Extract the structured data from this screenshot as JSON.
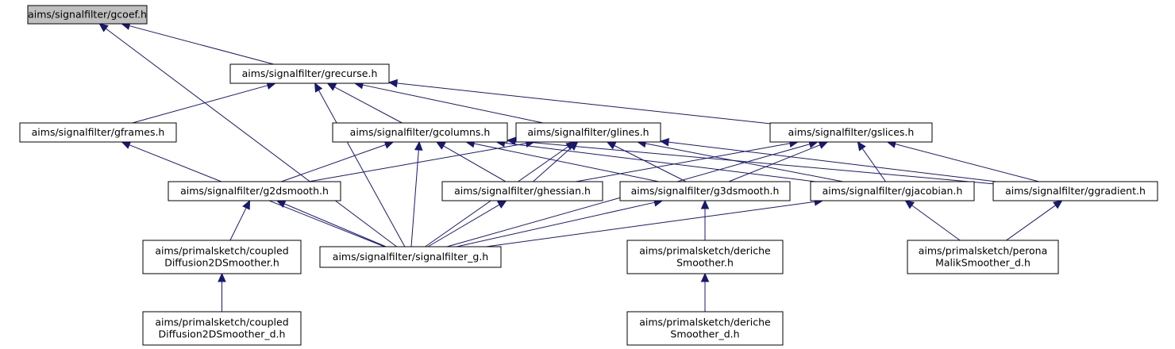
{
  "graph": {
    "edge_color": "#191970",
    "root_fill": "#bfbfbf",
    "nodes": {
      "gcoef": [
        "aims/signalfilter/gcoef.h"
      ],
      "grecurse": [
        "aims/signalfilter/grecurse.h"
      ],
      "gframes": [
        "aims/signalfilter/gframes.h"
      ],
      "gcolumns": [
        "aims/signalfilter/gcolumns.h"
      ],
      "glines": [
        "aims/signalfilter/glines.h"
      ],
      "gslices": [
        "aims/signalfilter/gslices.h"
      ],
      "g2dsmooth": [
        "aims/signalfilter/g2dsmooth.h"
      ],
      "ghessian": [
        "aims/signalfilter/ghessian.h"
      ],
      "g3dsmooth": [
        "aims/signalfilter/g3dsmooth.h"
      ],
      "gjacobian": [
        "aims/signalfilter/gjacobian.h"
      ],
      "ggradient": [
        "aims/signalfilter/ggradient.h"
      ],
      "coupled": [
        "aims/primalsketch/coupled",
        "Diffusion2DSmoother.h"
      ],
      "signalfilter_g": [
        "aims/signalfilter/signalfilter_g.h"
      ],
      "deriche": [
        "aims/primalsketch/deriche",
        "Smoother.h"
      ],
      "perona": [
        "aims/primalsketch/perona",
        "MalikSmoother_d.h"
      ],
      "coupled_d": [
        "aims/primalsketch/coupled",
        "Diffusion2DSmoother_d.h"
      ],
      "deriche_d": [
        "aims/primalsketch/deriche",
        "Smoother_d.h"
      ]
    },
    "edges": [
      [
        "grecurse",
        "gcoef"
      ],
      [
        "signalfilter_g",
        "gcoef"
      ],
      [
        "gframes",
        "grecurse"
      ],
      [
        "gcolumns",
        "grecurse"
      ],
      [
        "glines",
        "grecurse"
      ],
      [
        "gslices",
        "grecurse"
      ],
      [
        "signalfilter_g",
        "grecurse"
      ],
      [
        "signalfilter_g",
        "gframes"
      ],
      [
        "g2dsmooth",
        "gcolumns"
      ],
      [
        "ghessian",
        "gcolumns"
      ],
      [
        "g3dsmooth",
        "gcolumns"
      ],
      [
        "gjacobian",
        "gcolumns"
      ],
      [
        "ggradient",
        "gcolumns"
      ],
      [
        "signalfilter_g",
        "gcolumns"
      ],
      [
        "g2dsmooth",
        "glines"
      ],
      [
        "ghessian",
        "glines"
      ],
      [
        "g3dsmooth",
        "glines"
      ],
      [
        "gjacobian",
        "glines"
      ],
      [
        "ggradient",
        "glines"
      ],
      [
        "signalfilter_g",
        "glines"
      ],
      [
        "ghessian",
        "gslices"
      ],
      [
        "g3dsmooth",
        "gslices"
      ],
      [
        "gjacobian",
        "gslices"
      ],
      [
        "ggradient",
        "gslices"
      ],
      [
        "signalfilter_g",
        "gslices"
      ],
      [
        "coupled",
        "g2dsmooth"
      ],
      [
        "signalfilter_g",
        "g2dsmooth"
      ],
      [
        "signalfilter_g",
        "ghessian"
      ],
      [
        "deriche",
        "g3dsmooth"
      ],
      [
        "signalfilter_g",
        "g3dsmooth"
      ],
      [
        "signalfilter_g",
        "gjacobian"
      ],
      [
        "perona",
        "gjacobian"
      ],
      [
        "perona",
        "ggradient"
      ],
      [
        "coupled_d",
        "coupled"
      ],
      [
        "deriche_d",
        "deriche"
      ]
    ]
  }
}
